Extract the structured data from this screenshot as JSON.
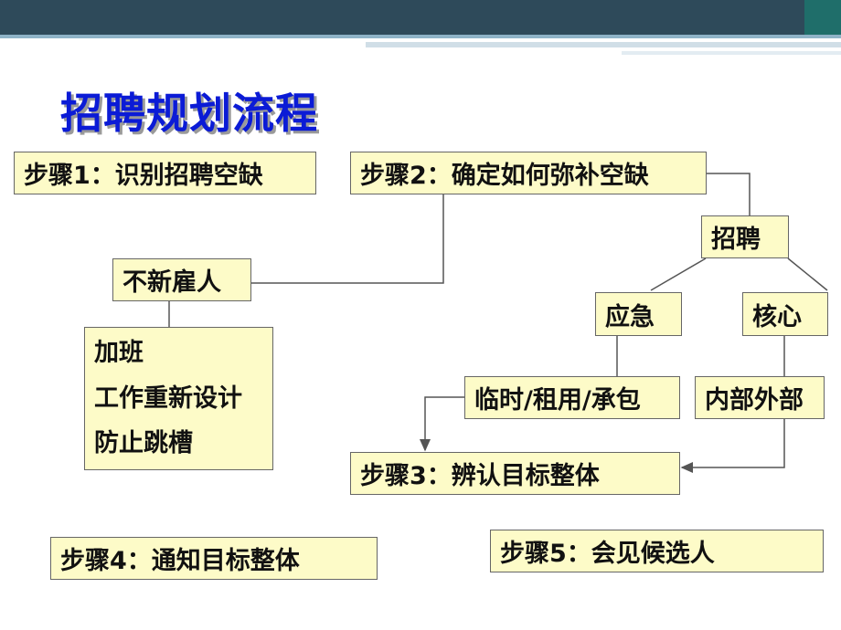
{
  "title": "招聘规划流程",
  "nodes": {
    "step1": "步骤1：识别招聘空缺",
    "step2": "步骤2：确定如何弥补空缺",
    "recruit": "招聘",
    "no_hire": "不新雇人",
    "alternatives": [
      "加班",
      "工作重新设计",
      "防止跳槽"
    ],
    "emergency": "应急",
    "core": "核心",
    "temp": "临时/租用/承包",
    "internal_external": "内部外部",
    "step3": "步骤3：辨认目标整体",
    "step4": "步骤4：通知目标整体",
    "step5": "步骤5：会见候选人"
  },
  "colors": {
    "box_fill": "#fdfbc8",
    "title": "#0b1bd6",
    "header_dark": "#2e4a5a",
    "header_teal": "#1f6e6a"
  }
}
